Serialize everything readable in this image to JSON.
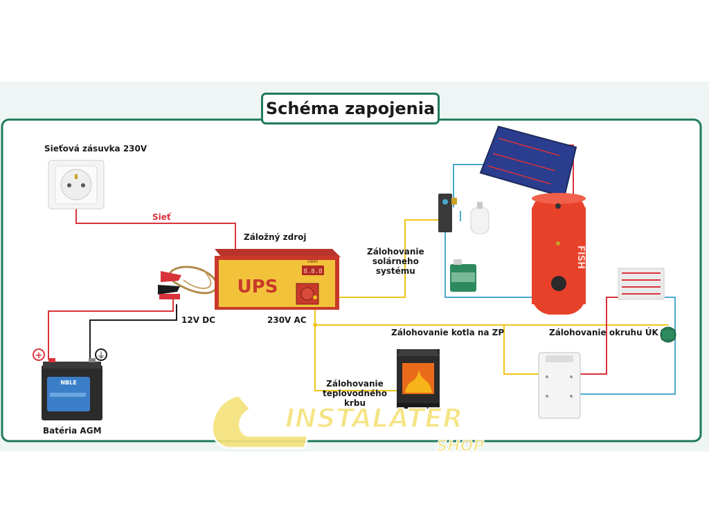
{
  "title": "Schéma zapojenia",
  "labels": {
    "socket": "Sieťová zásuvka 230V",
    "network": "Sieť",
    "backup_source": "Záložný zdroj",
    "dc": "12V DC",
    "ac": "230V AC",
    "battery": "Batéria AGM",
    "solar": "Zálohovanie\nsolárneho\nsystému",
    "boiler_gas": "Zálohovanie kotla na ZP",
    "heating_circuit": "Zálohovanie okruhu ÚK",
    "fireplace": "Zálohovanie\nteplovodného\nkrbu"
  },
  "device": {
    "ups_text": "UPS",
    "ubat_text": "UBAT",
    "tank_text": "FISH",
    "battery_brand": "NBLE"
  },
  "symbols": {
    "plus": "+",
    "ground": "⏚"
  },
  "logo": {
    "main": "INSTALATER",
    "sub": "SHOP"
  },
  "colors": {
    "frame": "#1e7a5a",
    "wire_red": "#d8323a",
    "wire_black": "#1a1a1a",
    "wire_yellow": "#f0c419",
    "wire_blue": "#4aa8d0",
    "ups_body": "#f2c33a",
    "ups_frame": "#c8392b",
    "tank": "#e8412a",
    "logo_yellow": "#f5e27a"
  }
}
